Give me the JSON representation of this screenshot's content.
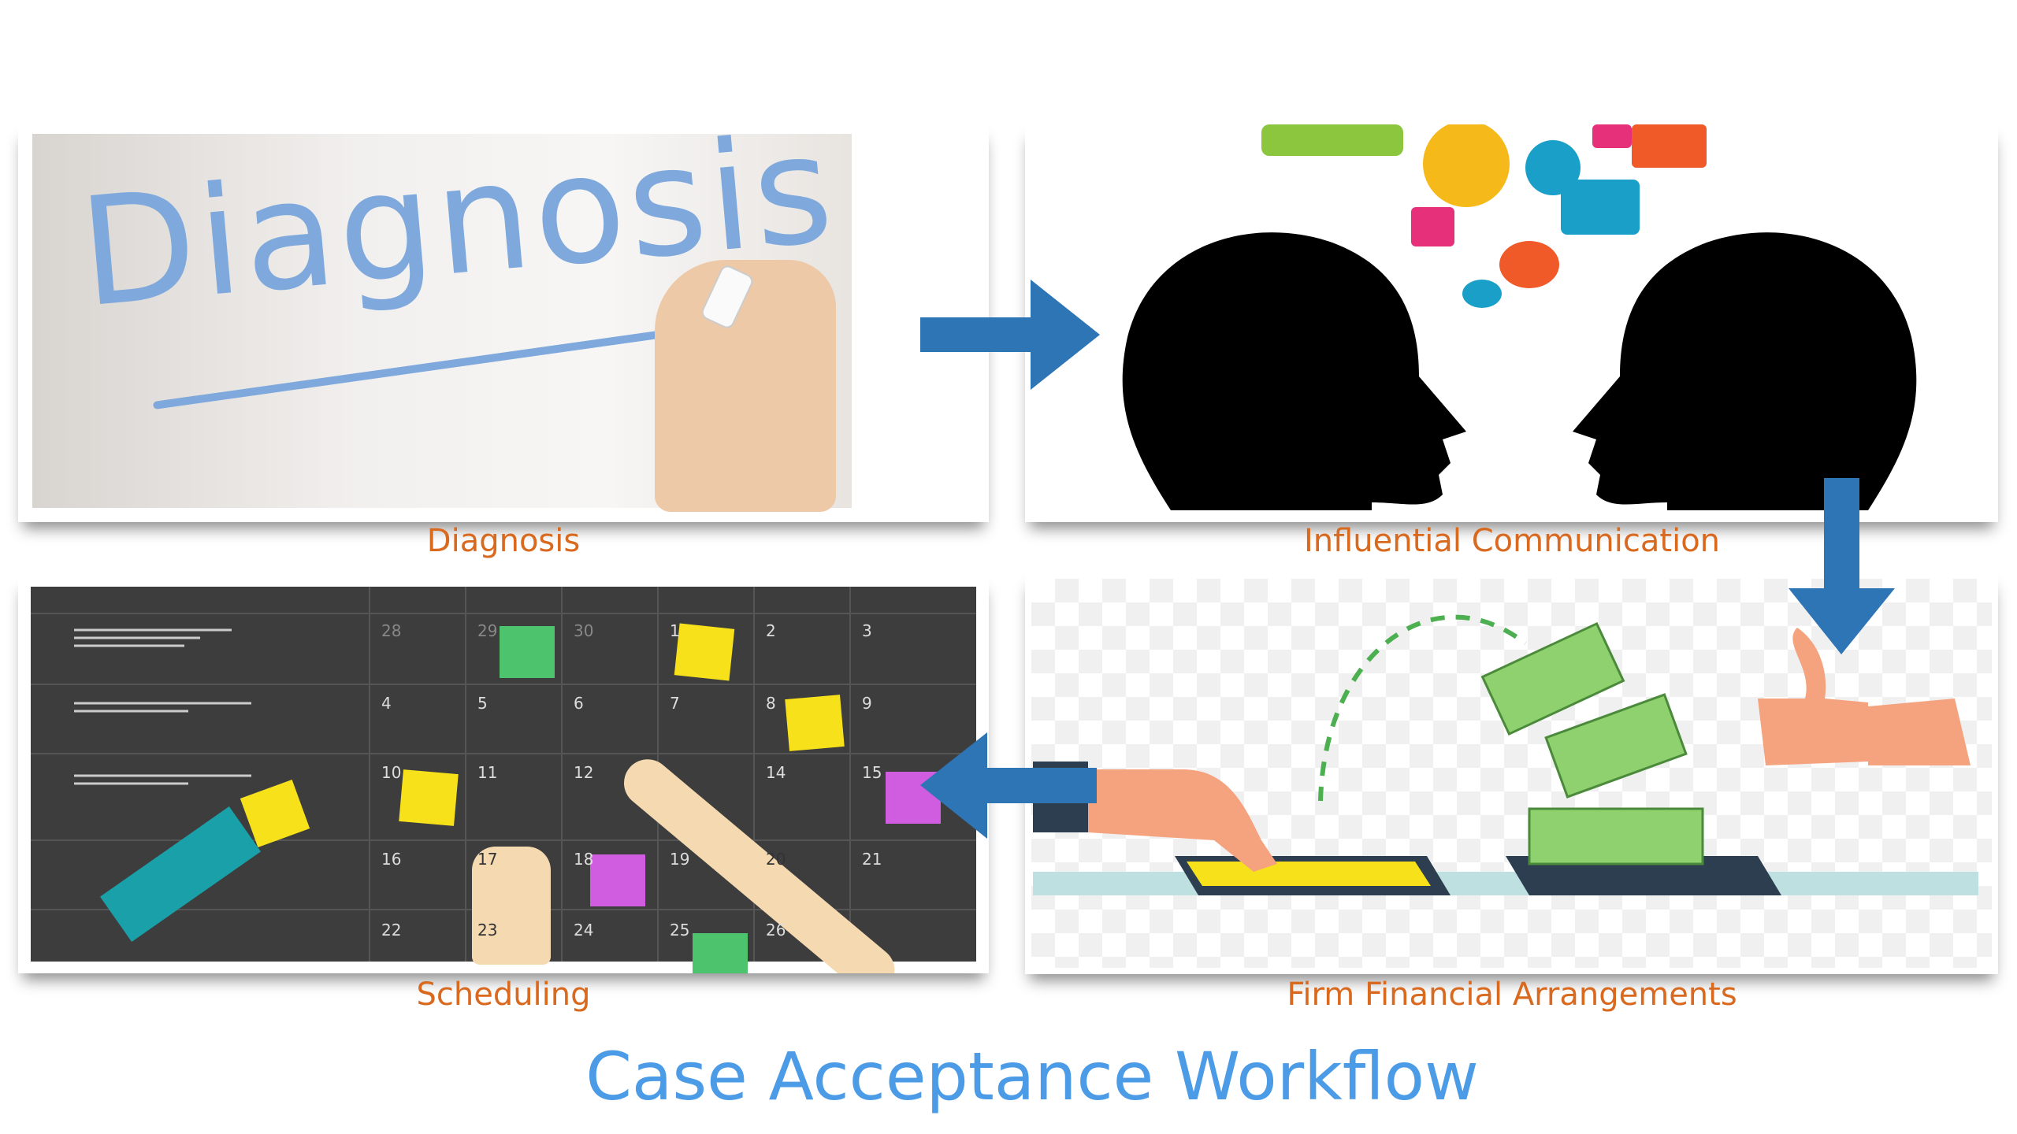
{
  "slide": {
    "title": "Case Acceptance Workflow",
    "steps": [
      {
        "label": "Diagnosis",
        "image_text": "Diagnosis"
      },
      {
        "label": "Influential Communication"
      },
      {
        "label": "Firm Financial Arrangements"
      },
      {
        "label": "Scheduling"
      }
    ],
    "calendar": {
      "days": [
        "28",
        "29",
        "30",
        "1",
        "2",
        "3",
        "4",
        "5",
        "6",
        "7",
        "8",
        "9",
        "10",
        "11",
        "12",
        "14",
        "15",
        "16",
        "17",
        "18",
        "19",
        "20",
        "21",
        "22",
        "23",
        "24",
        "25",
        "26"
      ]
    },
    "colors": {
      "label": "#d9691f",
      "title": "#4c9be6",
      "arrow": "#2e75b6"
    }
  }
}
